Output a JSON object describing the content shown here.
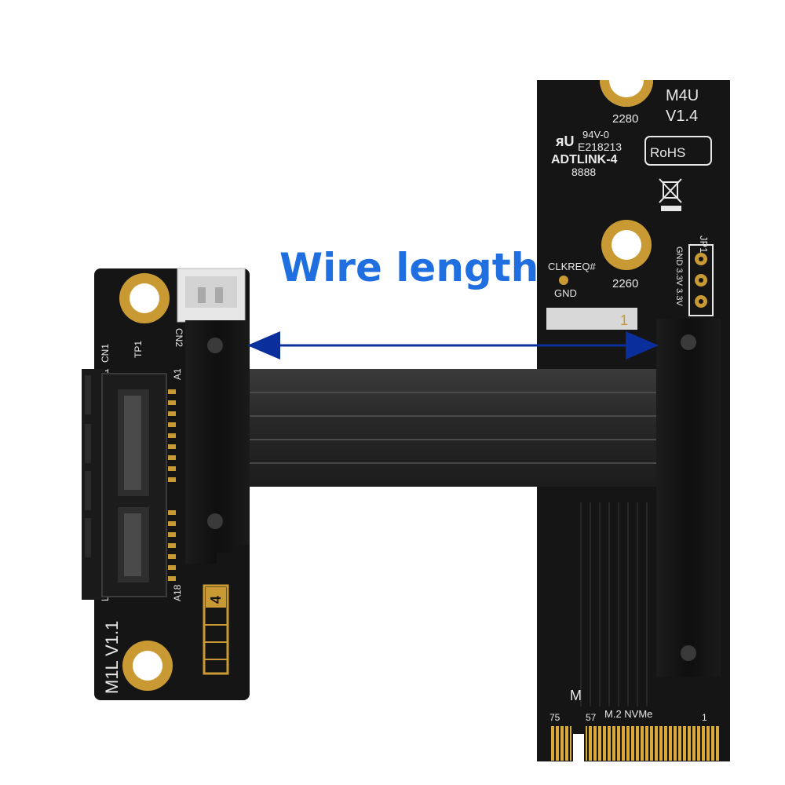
{
  "annotation": {
    "title": "Wire length",
    "arrow_color": "#0a2f9c",
    "title_color": "#1f6fe0"
  },
  "left_board": {
    "model": "M1L V1.1",
    "connector_label": "CN1",
    "test_point": "TP1",
    "cable_connector": "CN2",
    "pin_labels": {
      "b1": "B1",
      "a1": "A1",
      "b18": "B",
      "a18": "A18"
    },
    "version_box": "4"
  },
  "right_board": {
    "model": "M4U",
    "version": "V1.4",
    "size_2280": "2280",
    "size_2260": "2260",
    "cert": "94V-0",
    "ul_number": "E218213",
    "brand": "ADTLINK-4",
    "date_code": "8888",
    "rohs": "RoHS",
    "clkreq": "CLKREQ#",
    "gnd": "GND",
    "jumper": "JP1",
    "jumper_pins": "GND 3.3V 3.3V",
    "serial_box": "1",
    "key": "M",
    "interface": "M.2 NVMe",
    "pin_75": "75",
    "pin_57": "57",
    "pin_1": "1"
  },
  "colors": {
    "pcb": "#151515",
    "gold": "#c99a33",
    "cable": "#2c2c2c",
    "silk": "#e8e8e8"
  }
}
